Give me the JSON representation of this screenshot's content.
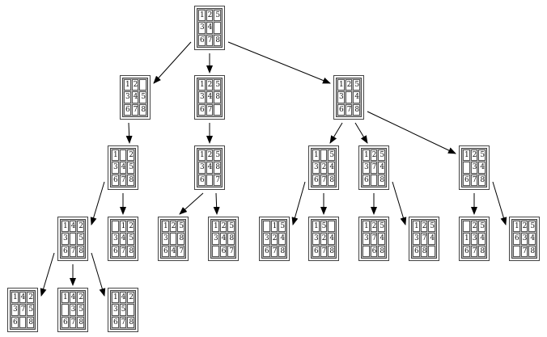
{
  "diagram": {
    "type": "8-puzzle search tree",
    "nodes": [
      {
        "id": "root",
        "parent": null,
        "tiles": [
          "1",
          "2",
          "5",
          "3",
          "4",
          "",
          "6",
          "7",
          "8"
        ]
      },
      {
        "id": "a",
        "parent": "root",
        "tiles": [
          "1",
          "2",
          "",
          "3",
          "4",
          "5",
          "6",
          "7",
          "8"
        ]
      },
      {
        "id": "b",
        "parent": "root",
        "tiles": [
          "1",
          "2",
          "5",
          "3",
          "4",
          "8",
          "6",
          "7",
          ""
        ]
      },
      {
        "id": "c",
        "parent": "root",
        "tiles": [
          "1",
          "2",
          "5",
          "3",
          "",
          "4",
          "6",
          "7",
          "8"
        ]
      },
      {
        "id": "a1",
        "parent": "a",
        "tiles": [
          "1",
          "",
          "2",
          "3",
          "4",
          "5",
          "6",
          "7",
          "8"
        ]
      },
      {
        "id": "b1",
        "parent": "b",
        "tiles": [
          "1",
          "2",
          "5",
          "3",
          "4",
          "8",
          "6",
          "",
          "7"
        ]
      },
      {
        "id": "c1",
        "parent": "c",
        "tiles": [
          "1",
          "",
          "5",
          "3",
          "2",
          "4",
          "6",
          "7",
          "8"
        ]
      },
      {
        "id": "c2",
        "parent": "c",
        "tiles": [
          "1",
          "2",
          "5",
          "3",
          "7",
          "4",
          "6",
          "",
          "8"
        ]
      },
      {
        "id": "c3",
        "parent": "c",
        "tiles": [
          "1",
          "2",
          "5",
          "",
          "3",
          "4",
          "6",
          "7",
          "8"
        ]
      },
      {
        "id": "a1a",
        "parent": "a1",
        "tiles": [
          "1",
          "4",
          "2",
          "3",
          "",
          "5",
          "6",
          "7",
          "8"
        ]
      },
      {
        "id": "a1b",
        "parent": "a1",
        "tiles": [
          "",
          "1",
          "2",
          "3",
          "4",
          "5",
          "6",
          "7",
          "8"
        ]
      },
      {
        "id": "b1a",
        "parent": "b1",
        "tiles": [
          "1",
          "2",
          "5",
          "3",
          "",
          "8",
          "6",
          "4",
          "7"
        ]
      },
      {
        "id": "b1b",
        "parent": "b1",
        "tiles": [
          "1",
          "2",
          "5",
          "3",
          "4",
          "8",
          "",
          "6",
          "7"
        ]
      },
      {
        "id": "c1a",
        "parent": "c1",
        "tiles": [
          "",
          "1",
          "5",
          "3",
          "2",
          "4",
          "6",
          "7",
          "8"
        ]
      },
      {
        "id": "c1b",
        "parent": "c1",
        "tiles": [
          "1",
          "5",
          "",
          "3",
          "2",
          "4",
          "6",
          "7",
          "8"
        ]
      },
      {
        "id": "c2a",
        "parent": "c2",
        "tiles": [
          "1",
          "2",
          "5",
          "3",
          "7",
          "4",
          "",
          "6",
          "8"
        ]
      },
      {
        "id": "c2b",
        "parent": "c2",
        "tiles": [
          "1",
          "2",
          "5",
          "3",
          "7",
          "4",
          "6",
          "8",
          ""
        ]
      },
      {
        "id": "c3a",
        "parent": "c3",
        "tiles": [
          "",
          "2",
          "5",
          "1",
          "3",
          "4",
          "6",
          "7",
          "8"
        ]
      },
      {
        "id": "c3b",
        "parent": "c3",
        "tiles": [
          "1",
          "2",
          "5",
          "6",
          "3",
          "4",
          "",
          "7",
          "8"
        ]
      },
      {
        "id": "a1a1",
        "parent": "a1a",
        "tiles": [
          "1",
          "4",
          "2",
          "3",
          "7",
          "5",
          "6",
          "",
          "8"
        ]
      },
      {
        "id": "a1a2",
        "parent": "a1a",
        "tiles": [
          "1",
          "4",
          "2",
          "",
          "3",
          "5",
          "6",
          "7",
          "8"
        ]
      },
      {
        "id": "a1a3",
        "parent": "a1a",
        "tiles": [
          "1",
          "4",
          "2",
          "3",
          "5",
          "",
          "6",
          "7",
          "8"
        ]
      }
    ]
  }
}
